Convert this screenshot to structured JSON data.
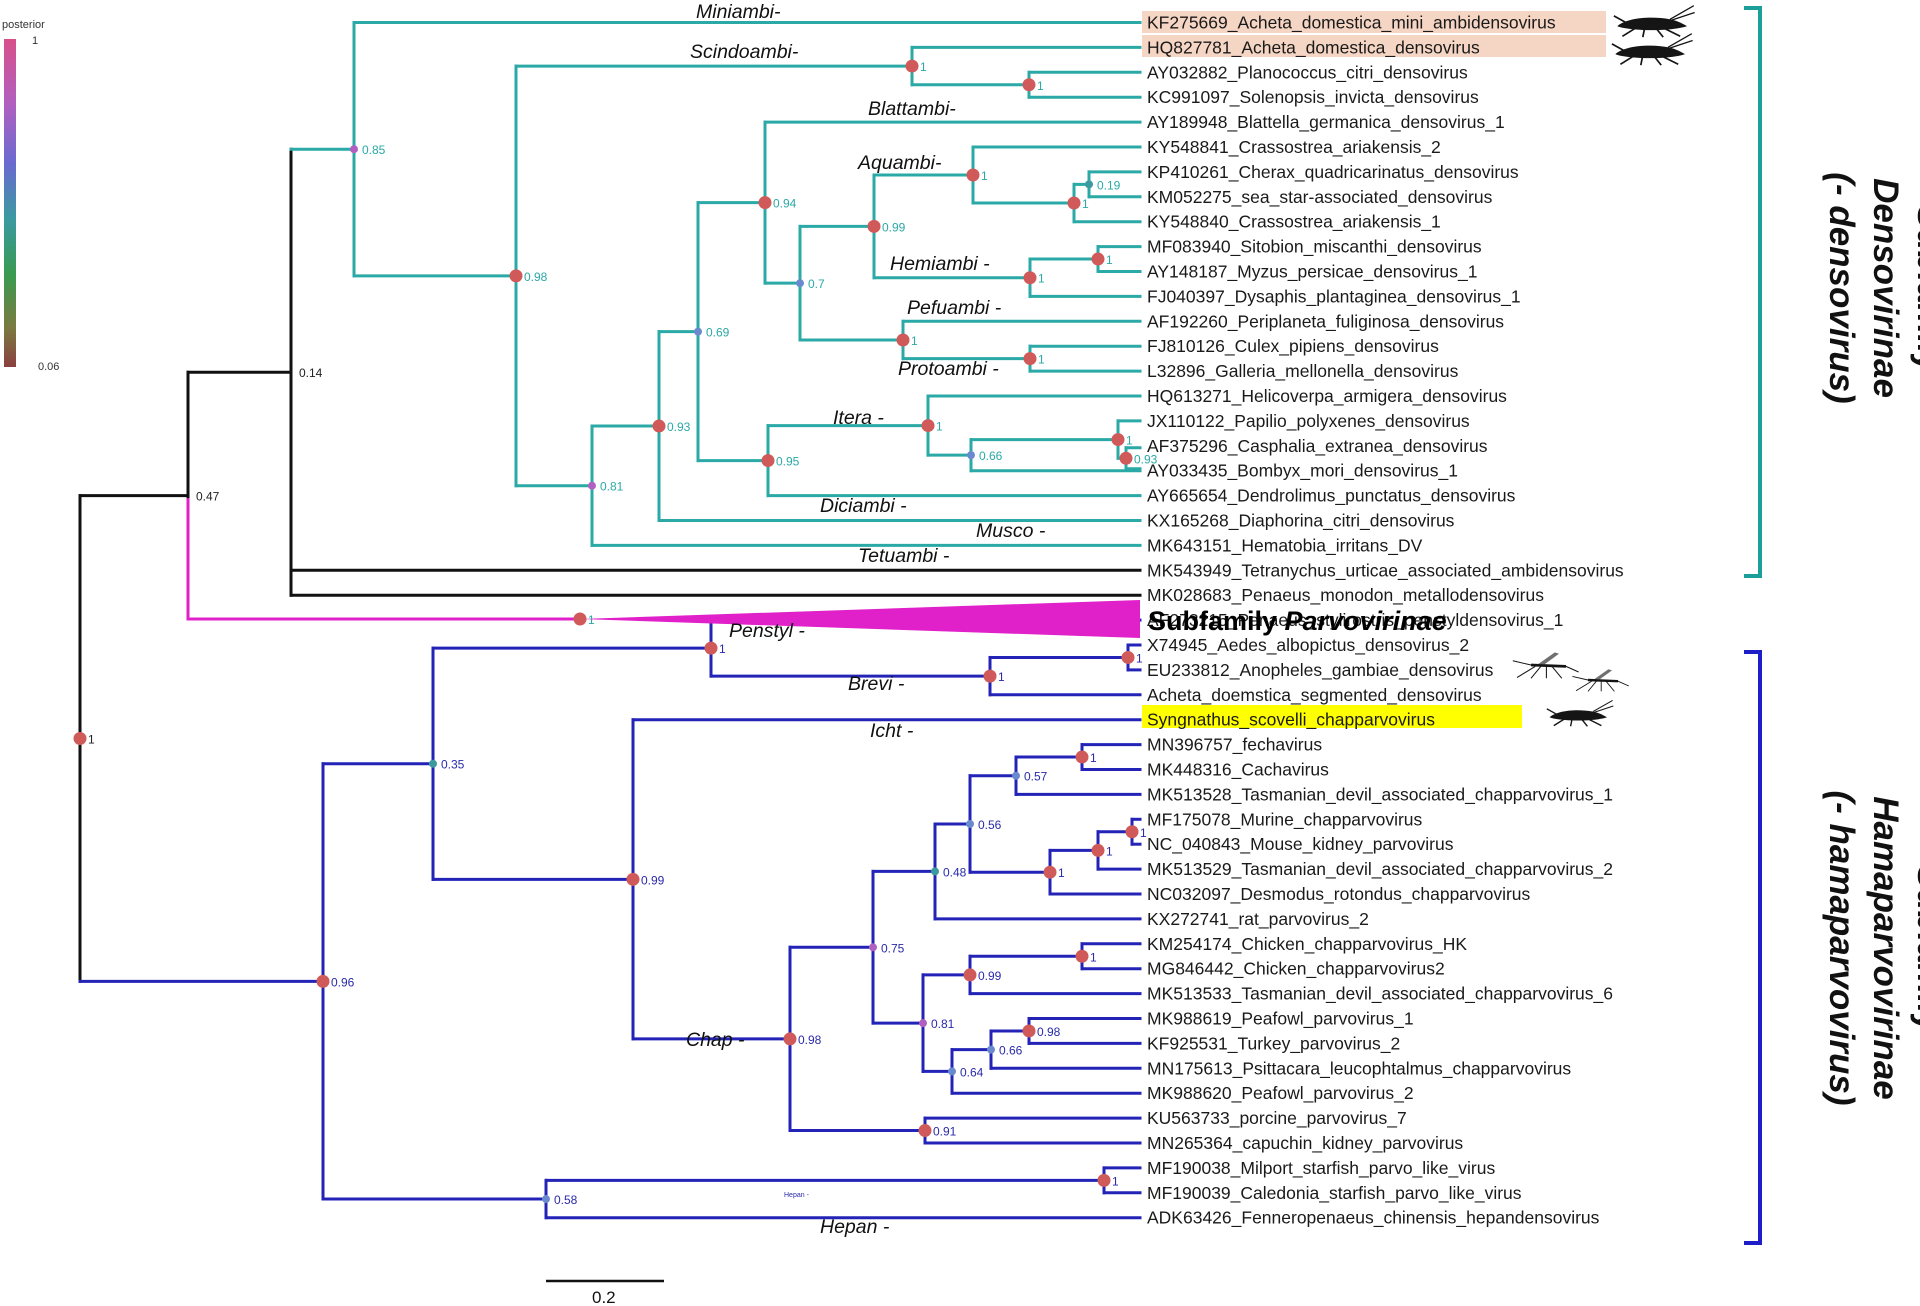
{
  "legend": {
    "title": "posterior",
    "max": "1",
    "min": "0.06"
  },
  "scale_bar": {
    "label": "0.2"
  },
  "subfamilies": {
    "denso": {
      "word": "Subfamily",
      "name": "Densovirinae",
      "genus": "(- densovirus)"
    },
    "hama": {
      "word": "Subfamily",
      "name": "Hamaparvovirinae",
      "genus": "(- hamaparvovirus)"
    },
    "parvo": {
      "word": "Subfamily",
      "name": "Parvovirinae"
    }
  },
  "tips": [
    "KF275669_Acheta_domestica_mini_ambidensovirus",
    "HQ827781_Acheta_domestica_densovirus",
    "AY032882_Planococcus_citri_densovirus",
    "KC991097_Solenopsis_invicta_densovirus",
    "AY189948_Blattella_germanica_densovirus_1",
    "KY548841_Crassostrea_ariakensis_2",
    "KP410261_Cherax_quadricarinatus_densovirus",
    "KM052275_sea_star-associated_densovirus",
    "KY548840_Crassostrea_ariakensis_1",
    "MF083940_Sitobion_miscanthi_densovirus",
    "AY148187_Myzus_persicae_densovirus_1",
    "FJ040397_Dysaphis_plantaginea_densovirus_1",
    "AF192260_Periplaneta_fuliginosa_densovirus",
    "FJ810126_Culex_pipiens_densovirus",
    "L32896_Galleria_mellonella_densovirus",
    "HQ613271_Helicoverpa_armigera_densovirus",
    "JX110122_Papilio_polyxenes_densovirus",
    "AF375296_Casphalia_extranea_densovirus",
    "AY033435_Bombyx_mori_densovirus_1",
    "AY665654_Dendrolimus_punctatus_densovirus",
    "KX165268_Diaphorina_citri_densovirus",
    "MK643151_Hematobia_irritans_DV",
    "MK543949_Tetranychus_urticae_associated_ambidensovirus",
    "MK028683_Penaeus_monodon_metallodensovirus",
    "AF273215_Penaeus_stylirostris_penstyldensovirus_1",
    "X74945_Aedes_albopictus_densovirus_2",
    "EU233812_Anopheles_gambiae_densovirus",
    "Acheta_doemstica_segmented_densovirus",
    "Syngnathus_scovelli_chapparvovirus",
    "MN396757_fechavirus",
    "MK448316_Cachavirus",
    "MK513528_Tasmanian_devil_associated_chapparvovirus_1",
    "MF175078_Murine_chapparvovirus",
    "NC_040843_Mouse_kidney_parvovirus",
    "MK513529_Tasmanian_devil_associated_chapparvovirus_2",
    "NC032097_Desmodus_rotondus_chapparvovirus",
    "KX272741_rat_parvovirus_2",
    "KM254174_Chicken_chapparvovirus_HK",
    "MG846442_Chicken_chapparvovirus2",
    "MK513533_Tasmanian_devil_associated_chapparvovirus_6",
    "MK988619_Peafowl_parvovirus_1",
    "KF925531_Turkey_parvovirus_2",
    "MN175613_Psittacara_leucophtalmus_chapparvovirus",
    "MK988620_Peafowl_parvovirus_2",
    "KU563733_porcine_parvovirus_7",
    "MN265364_capuchin_kidney_parvovirus",
    "MF190038_Milport_starfish_parvo_like_virus",
    "MF190039_Caledonia_starfish_parvo_like_virus",
    "ADK63426_Fenneropenaeus_chinensis_hepandensovirus"
  ],
  "genera": {
    "miniambi": "Miniambi-",
    "scindoambi": "Scindoambi-",
    "blattambi": "Blattambi-",
    "aquambi": "Aquambi-",
    "hemiambi": "Hemiambi -",
    "pefuambi": "Pefuambi -",
    "protoambi": "Protoambi -",
    "itera": "Itera -",
    "diciambi": "Diciambi -",
    "musco": "Musco -",
    "tetuambi": "Tetuambi -",
    "penstyl": "Penstyl -",
    "brevi": "Brevi -",
    "icht": "Icht -",
    "chap": "Chap -",
    "hepan": "Hepan -",
    "hepan_small": "Hepan -"
  },
  "supports": {
    "root": "1",
    "n_047": "0.47",
    "n_014": "0.14",
    "n_085": "0.85",
    "n_098d": "0.98",
    "n_scindo": "1",
    "n_planoc": "1",
    "n_081": "0.81",
    "n_093": "0.93",
    "n_069": "0.69",
    "n_094": "0.94",
    "n_aquambi": "1",
    "n_019": "0.19",
    "n_cherax": "1",
    "n_099d": "0.99",
    "n_07": "0.7",
    "n_hemi": "1",
    "n_sitob": "1",
    "n_pefu": "1",
    "n_proto": "1",
    "n_095": "0.95",
    "n_itera": "1",
    "n_066d": "0.66",
    "n_jx": "1",
    "n_093b": "0.93",
    "n_parvo": "1",
    "n_096": "0.96",
    "n_035": "0.35",
    "n_penstyl": "1",
    "n_brevi": "1",
    "n_aedes": "1",
    "n_099h": "0.99",
    "n_098h": "0.98",
    "n_075": "0.75",
    "n_048": "0.48",
    "n_056": "0.56",
    "n_057": "0.57",
    "n_fecha": "1",
    "n_murA": "1",
    "n_murB": "1",
    "n_murC": "1",
    "n_081h": "0.81",
    "n_099c": "0.99",
    "n_chick": "1",
    "n_064": "0.64",
    "n_066h": "0.66",
    "n_098t": "0.98",
    "n_091": "0.91",
    "n_058": "0.58",
    "n_star": "1"
  },
  "colors": {
    "denso": "#2aa9a6",
    "hama": "#2323b8",
    "parvo": "#e020c8",
    "backbone": "#111111",
    "node": "#d05a5a",
    "tip_highlight_cricket": "#f5d5c3",
    "tip_highlight_yellow": "#ffff00",
    "bracket_denso": "#1a9f9a",
    "bracket_hama": "#1e1ec8"
  }
}
